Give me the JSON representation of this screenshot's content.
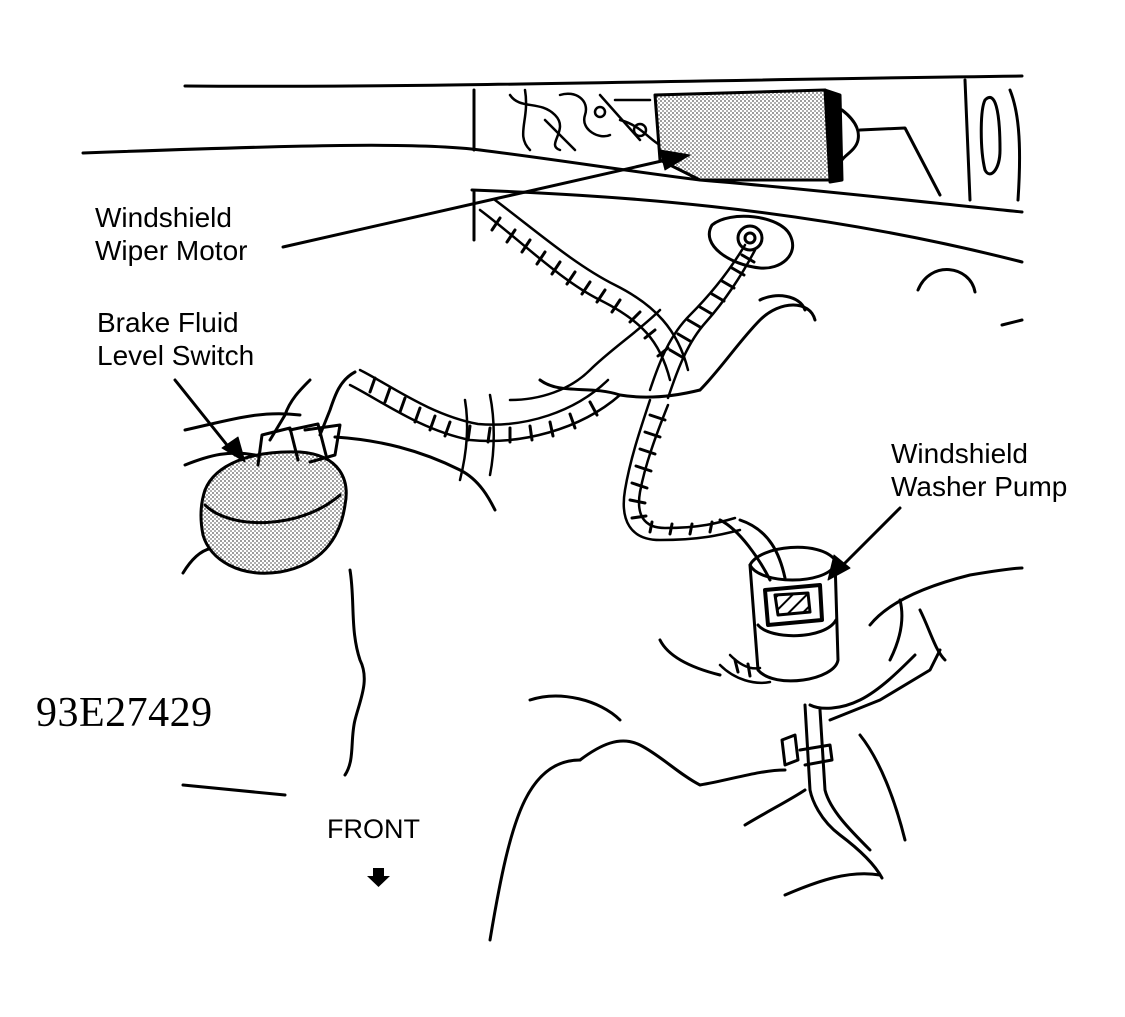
{
  "labels": {
    "wiper_motor": [
      "Windshield",
      "Wiper Motor"
    ],
    "brake_switch": [
      "Brake Fluid",
      "Level Switch"
    ],
    "washer_pump": [
      "Windshield",
      "Washer Pump"
    ],
    "front": "FRONT"
  },
  "figure_id": "93E27429",
  "colors": {
    "ink": "#000000",
    "shade": "#c8c8c8",
    "paper": "#ffffff"
  },
  "icons": {
    "front_arrow": "arrow-down-icon"
  }
}
